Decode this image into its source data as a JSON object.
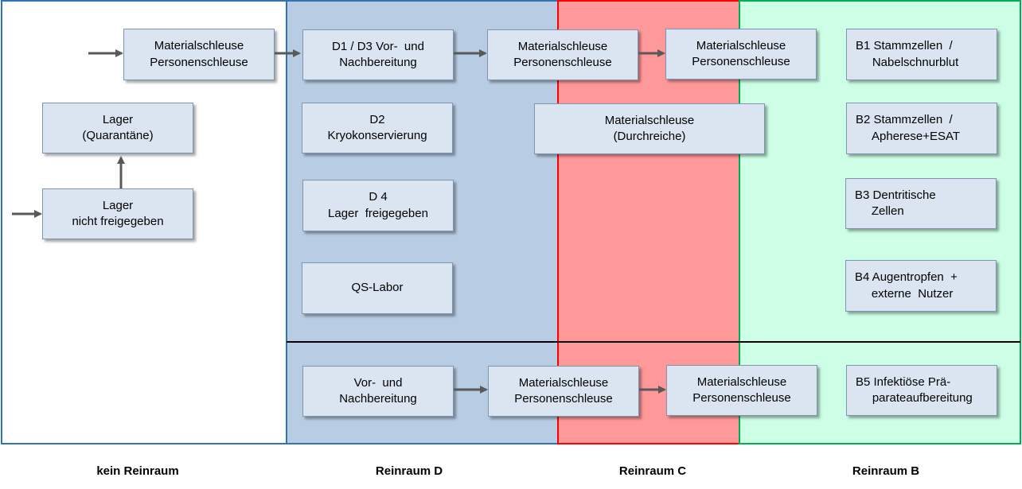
{
  "zones": {
    "none": "kein Reinraum",
    "d": "Reinraum  D",
    "c": "Reinraum  C",
    "b": "Reinraum  B"
  },
  "boxes": {
    "lock_entry": [
      "Materialschleuse",
      "Personenschleuse"
    ],
    "storage_quarantine": [
      "Lager",
      "(Quarantäne)"
    ],
    "storage_unreleased": [
      "Lager",
      "nicht freigegeben"
    ],
    "d1_d3": [
      "D1 / D3 Vor-  und",
      "Nachbereitung"
    ],
    "d2": [
      "D2",
      "Kryokonservierung"
    ],
    "d4": [
      "D 4",
      "Lager  freigegeben"
    ],
    "qs_lab": [
      "QS-Labor"
    ],
    "prep_lower": [
      "Vor-  und",
      "Nachbereitung"
    ],
    "lock_d_top": [
      "Materialschleuse",
      "Personenschleuse"
    ],
    "lock_c_top": [
      "Materialschleuse",
      "Personenschleuse"
    ],
    "passthrough": [
      "Materialschleuse",
      "(Durchreiche)"
    ],
    "lock_d_bottom": [
      "Materialschleuse",
      "Personenschleuse"
    ],
    "lock_c_bottom": [
      "Materialschleuse",
      "Personenschleuse"
    ],
    "b1": [
      "B1 Stammzellen  /",
      "     Nabelschnurblut"
    ],
    "b2": [
      "B2 Stammzellen  /",
      "     Apherese+ESAT"
    ],
    "b3": [
      "B3 Dentritische",
      "     Zellen"
    ],
    "b4": [
      "B4 Augentropfen  +",
      "     externe  Nutzer"
    ],
    "b5": [
      "B5 Infektiöse Prä-",
      "     parateaufbereitung"
    ]
  },
  "colors": {
    "zone_none_fill": "#ffffff",
    "zone_d_fill": "#b8cce4",
    "zone_c_fill": "#ff9999",
    "zone_b_fill": "#ccffe6",
    "box_fill": "#dbe5f1",
    "arrow": "#595959"
  }
}
